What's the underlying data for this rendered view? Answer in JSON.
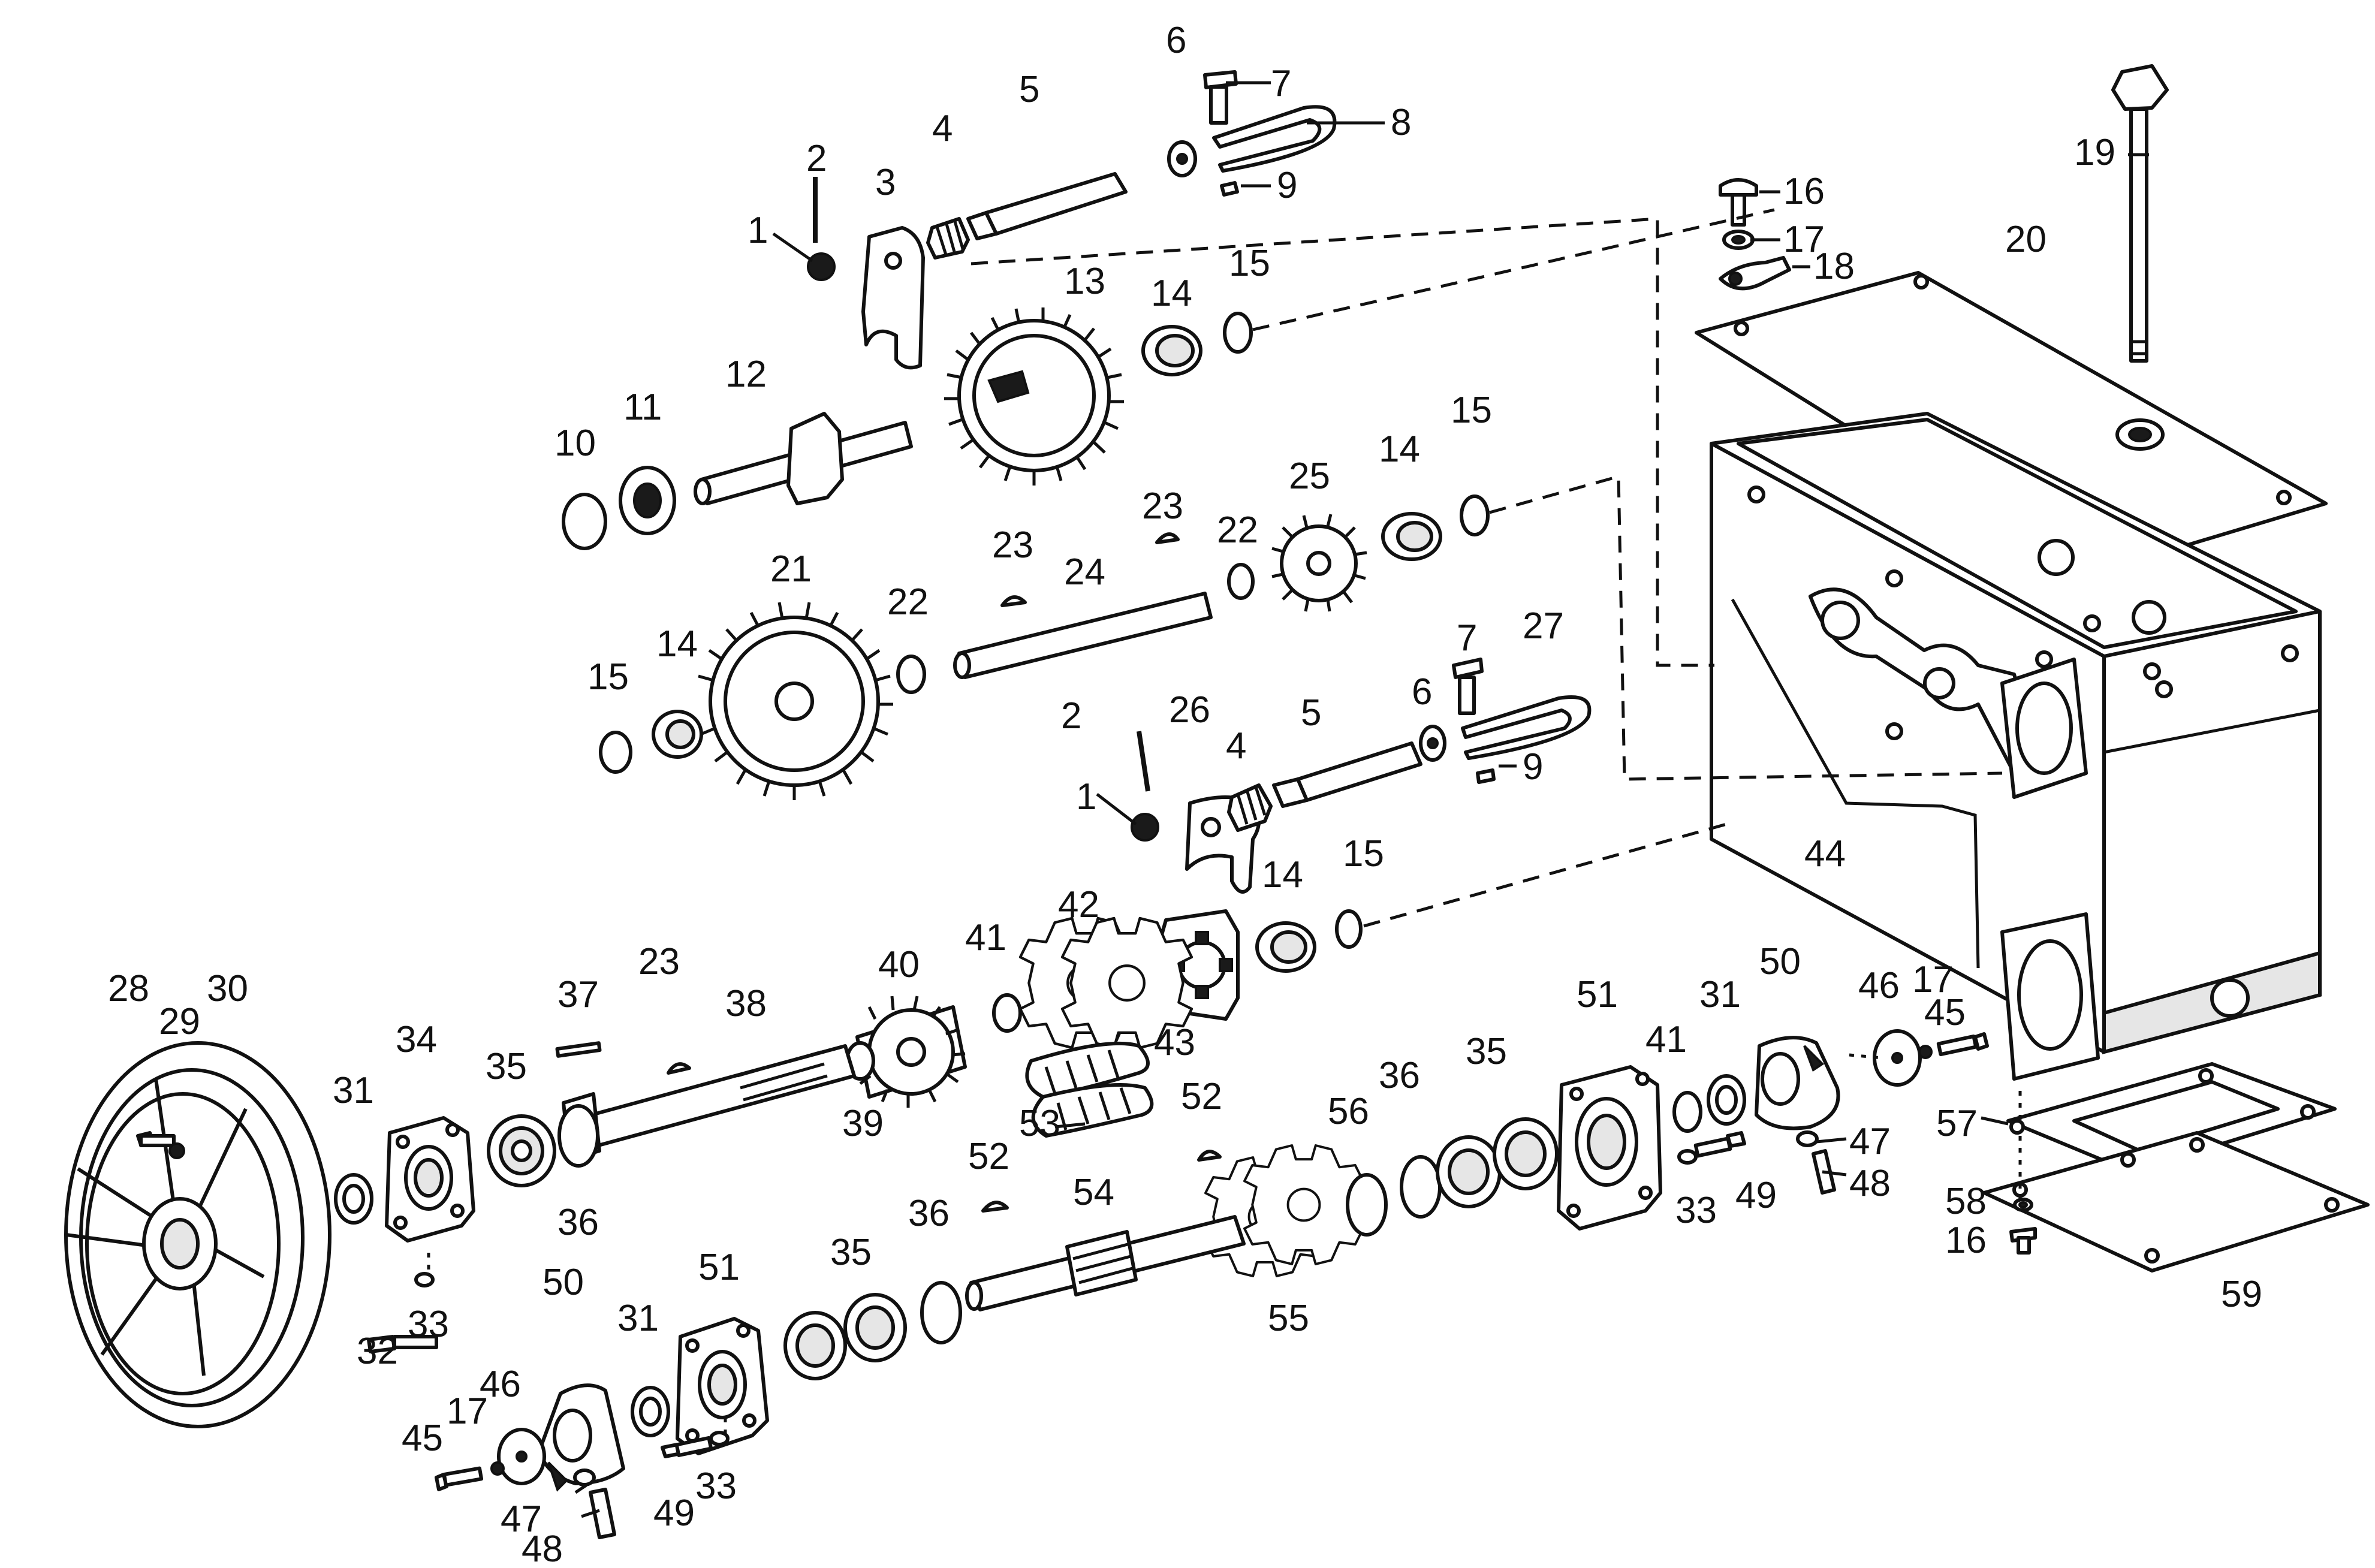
{
  "colors": {
    "ink": "#111111",
    "paper": "#ffffff",
    "shade": "#e6e6e6"
  },
  "callouts": [
    {
      "id": "c1a",
      "text": "1"
    },
    {
      "id": "c2a",
      "text": "2"
    },
    {
      "id": "c3",
      "text": "3"
    },
    {
      "id": "c4a",
      "text": "4"
    },
    {
      "id": "c5a",
      "text": "5"
    },
    {
      "id": "c6a",
      "text": "6"
    },
    {
      "id": "c7a",
      "text": "7"
    },
    {
      "id": "c8",
      "text": "8"
    },
    {
      "id": "c9a",
      "text": "9"
    },
    {
      "id": "c10",
      "text": "10"
    },
    {
      "id": "c11",
      "text": "11"
    },
    {
      "id": "c12",
      "text": "12"
    },
    {
      "id": "c13",
      "text": "13"
    },
    {
      "id": "c14a",
      "text": "14"
    },
    {
      "id": "c15a",
      "text": "15"
    },
    {
      "id": "c14b",
      "text": "14"
    },
    {
      "id": "c15b",
      "text": "15"
    },
    {
      "id": "c16a",
      "text": "16"
    },
    {
      "id": "c17a",
      "text": "17"
    },
    {
      "id": "c18",
      "text": "18"
    },
    {
      "id": "c19",
      "text": "19"
    },
    {
      "id": "c20",
      "text": "20"
    },
    {
      "id": "c21",
      "text": "21"
    },
    {
      "id": "c22a",
      "text": "22"
    },
    {
      "id": "c22b",
      "text": "22"
    },
    {
      "id": "c23a",
      "text": "23"
    },
    {
      "id": "c23b",
      "text": "23"
    },
    {
      "id": "c24",
      "text": "24"
    },
    {
      "id": "c25",
      "text": "25"
    },
    {
      "id": "c15c",
      "text": "15"
    },
    {
      "id": "c14c",
      "text": "14"
    },
    {
      "id": "c2b",
      "text": "2"
    },
    {
      "id": "c1b",
      "text": "1"
    },
    {
      "id": "c26",
      "text": "26"
    },
    {
      "id": "c4b",
      "text": "4"
    },
    {
      "id": "c5b",
      "text": "5"
    },
    {
      "id": "c6b",
      "text": "6"
    },
    {
      "id": "c7b",
      "text": "7"
    },
    {
      "id": "c27",
      "text": "27"
    },
    {
      "id": "c9b",
      "text": "9"
    },
    {
      "id": "c44",
      "text": "44"
    },
    {
      "id": "c14d",
      "text": "14"
    },
    {
      "id": "c15d",
      "text": "15"
    },
    {
      "id": "c42",
      "text": "42"
    },
    {
      "id": "c41a",
      "text": "41"
    },
    {
      "id": "c40",
      "text": "40"
    },
    {
      "id": "c43",
      "text": "43"
    },
    {
      "id": "c28",
      "text": "28"
    },
    {
      "id": "c29",
      "text": "29"
    },
    {
      "id": "c30",
      "text": "30"
    },
    {
      "id": "c34",
      "text": "34"
    },
    {
      "id": "c37",
      "text": "37"
    },
    {
      "id": "c23c",
      "text": "23"
    },
    {
      "id": "c38",
      "text": "38"
    },
    {
      "id": "c31a",
      "text": "31"
    },
    {
      "id": "c35a",
      "text": "35"
    },
    {
      "id": "c39",
      "text": "39"
    },
    {
      "id": "c36a",
      "text": "36"
    },
    {
      "id": "c53",
      "text": "53"
    },
    {
      "id": "c52a",
      "text": "52"
    },
    {
      "id": "c51a",
      "text": "51"
    },
    {
      "id": "c41b",
      "text": "41"
    },
    {
      "id": "c31b",
      "text": "31"
    },
    {
      "id": "c50a",
      "text": "50"
    },
    {
      "id": "c46a",
      "text": "46"
    },
    {
      "id": "c17b",
      "text": "17"
    },
    {
      "id": "c45a",
      "text": "45"
    },
    {
      "id": "c57",
      "text": "57"
    },
    {
      "id": "c56",
      "text": "56"
    },
    {
      "id": "c36b",
      "text": "36"
    },
    {
      "id": "c35b",
      "text": "35"
    },
    {
      "id": "c47a",
      "text": "47"
    },
    {
      "id": "c48a",
      "text": "48"
    },
    {
      "id": "c49a",
      "text": "49"
    },
    {
      "id": "c33a",
      "text": "33"
    },
    {
      "id": "c58",
      "text": "58"
    },
    {
      "id": "c16b",
      "text": "16"
    },
    {
      "id": "c59",
      "text": "59"
    },
    {
      "id": "c52b",
      "text": "52"
    },
    {
      "id": "c54",
      "text": "54"
    },
    {
      "id": "c36c",
      "text": "36"
    },
    {
      "id": "c35c",
      "text": "35"
    },
    {
      "id": "c55",
      "text": "55"
    },
    {
      "id": "c32",
      "text": "32"
    },
    {
      "id": "c33b",
      "text": "33"
    },
    {
      "id": "c50b",
      "text": "50"
    },
    {
      "id": "c31c",
      "text": "31"
    },
    {
      "id": "c51b",
      "text": "51"
    },
    {
      "id": "c46b",
      "text": "46"
    },
    {
      "id": "c17c",
      "text": "17"
    },
    {
      "id": "c45b",
      "text": "45"
    },
    {
      "id": "c47b",
      "text": "47"
    },
    {
      "id": "c48b",
      "text": "48"
    },
    {
      "id": "c49b",
      "text": "49"
    },
    {
      "id": "c33c",
      "text": "33"
    }
  ]
}
